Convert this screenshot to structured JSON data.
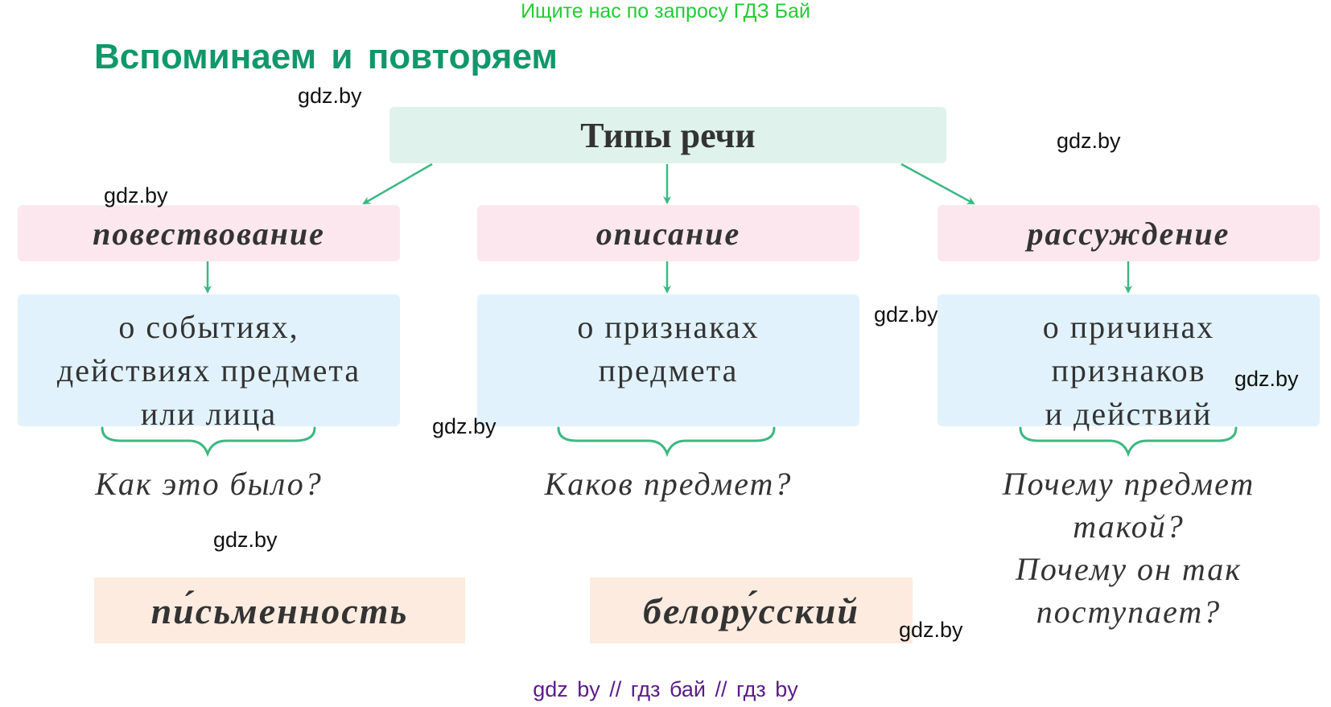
{
  "top_note": "Ищите нас по запросу ГДЗ Бай",
  "heading": "Вспоминаем и повторяем",
  "root": {
    "label": "Типы речи"
  },
  "columns": [
    {
      "type": "повествование",
      "description_lines": [
        "о событиях,",
        "действиях предмета",
        "или лица"
      ],
      "question_lines": [
        "Как это было?"
      ]
    },
    {
      "type": "описание",
      "description_lines": [
        "о признаках",
        "предмета"
      ],
      "question_lines": [
        "Каков предмет?"
      ]
    },
    {
      "type": "рассуждение",
      "description_lines": [
        "о причинах",
        "признаков",
        "и действий"
      ],
      "question_lines": [
        "Почему предмет",
        "такой?",
        "Почему он так",
        "поступает?"
      ]
    }
  ],
  "vocabulary_words": [
    "пи́сьменность",
    "белору́сский"
  ],
  "watermarks": [
    "gdz.by",
    "gdz.by",
    "gdz.by",
    "gdz.by",
    "gdz.by",
    "gdz.by",
    "gdz.by",
    "gdz.by"
  ],
  "footer": "gdz by  //  гдз бай  //  гдз by",
  "colors": {
    "heading": "#10976a",
    "arrow": "#3cb882",
    "root_bg": "#e0f2ec",
    "type_bg": "#fde7ef",
    "desc_bg": "#e1f2fd",
    "word_bg": "#fdebdf",
    "top_note": "#22cc33",
    "footer": "#5b1c8a"
  }
}
